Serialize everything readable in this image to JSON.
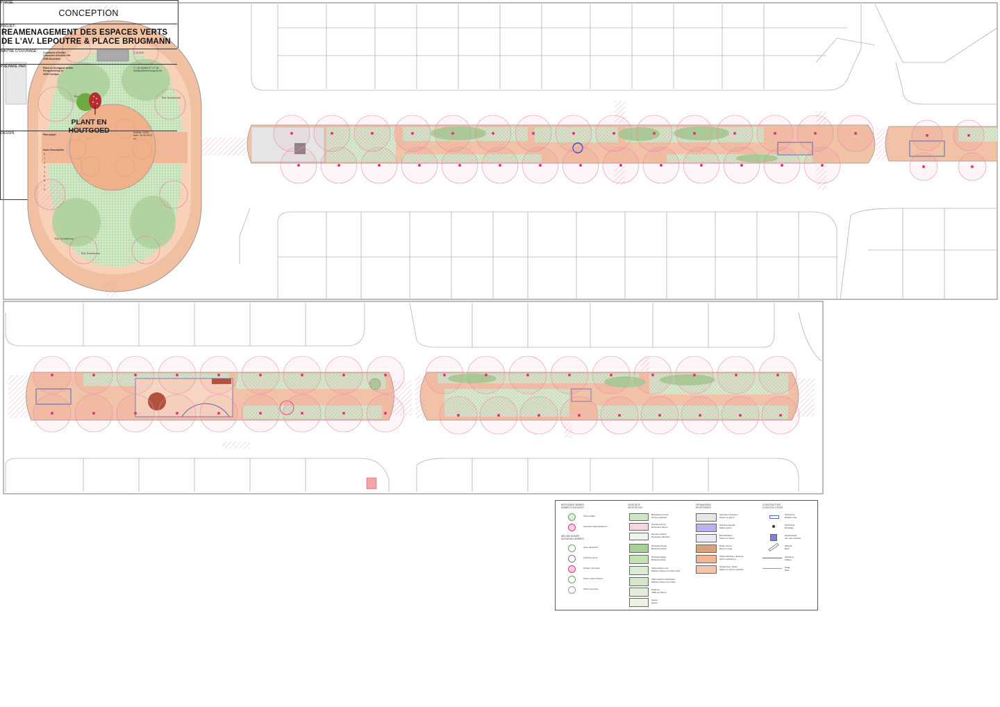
{
  "colors": {
    "paving": "#f3c0a1",
    "green_dark": "#a9cf98",
    "green_light": "#cfe6c2",
    "tree_red": "#e6337a",
    "outline": "#9a9a9a",
    "frame": "#555555",
    "logo_green": "#6cab42",
    "logo_red": "#b62d30"
  },
  "plan_labels": {
    "tilia_1": "Tilia\nTomentosa",
    "tilia_2": "Tilia\nTomentosa",
    "tilia_3": "Tilia\nTomentosa",
    "tilia_4": "Tilia\nTomentosa"
  },
  "legend": {
    "columns": [
      {
        "title": "BESTAANDE BOMEN\nARBRES EXISTANTS",
        "items": [
          "Tilia cordata",
          "Aesculus hippocastanum"
        ]
      },
      {
        "title": "NIEUWE BOMEN\nNOUVEAUX ARBRES",
        "items": [
          "Acer campestre",
          "Fraxinus ornus",
          "Prunus 'Umineko'",
          "Ulmus 'New Horizon'",
          "Tilia tomentosa"
        ]
      },
      {
        "title": "VEGETATIE\nVÉGÉTATION",
        "items": [
          "Bestaande bomen\nArbres existants",
          "Nieuwe bomen\nNouveaux arbres",
          "Nieuwe struiken\nNouveaux arbustes",
          "Struweel (hoog)\nBuissons (haut)",
          "Struweel (laag)\nBuissons (bas)",
          "Vaste planten-mix\nPlantes vivaces en plein soleil",
          "Vaste planten (schaduw)\nPlantes vivaces à l'ombre",
          "Hakhout\nTaillis de frênes",
          "Gazon\nGazon"
        ]
      },
      {
        "title": "VERHARDING\nREVÊTEMENT",
        "items": [
          "Granieten kasseien\nPavés en granit",
          "Grasbetontegels\nDalles gazon",
          "Betonklinkers\nPavés en béton",
          "Rode schors\nEcorce rouge",
          "Halfverharding / dolomiet\nSemi-revêtement",
          "Natuursteen platen\nDalles en pierre naturelle"
        ]
      },
      {
        "title": "CONSTRUCTIES\nCONSTRUCTIONS",
        "items": [
          "Fietsenrek\nRâtelier vélo",
          "Verlichting\nÉclairage",
          "Speeltoestel\nJeu pour enfants",
          "Zitbank\nBanc",
          "Afsluiting\nClôture",
          "Haag\nHaie"
        ]
      }
    ]
  },
  "title_block": {
    "phase_label": "PHASE:",
    "phase_value": "CONCEPTION",
    "project_label": "PROJET:",
    "project_title_line1": "REAMENAGEMENT DES ESPACES VERTS",
    "project_title_line2": "DE L'AV. LEPOUTRE & PLACE BRUGMANN",
    "client_label": "MAITRE D'OUVRAGE:",
    "client_lines": "Commune d'Ixelles\nChaussée d'Ixelles 168\n1050 Bruxelles",
    "client_contact": "T: 02.515",
    "prepared_label": "PREPARE PAR:",
    "prepared_lines": "Plant en houtgoed studio\nHengstenberg 51\n3090 Overijse",
    "prepared_contact": "T: +32 (0)484 87 17 18\ninfo@plantenhoutgoed.be",
    "company_name": "PLANT EN HOUTGOED",
    "drawing_label": "DESSIN:",
    "drawing_value": "Plan projet",
    "drawing_meta": "échelle: 1/250\ndate: 30.05.2019\nA1",
    "revision_label": "Index  Description",
    "revision_indices": [
      "0",
      "1",
      "2",
      "3",
      "4",
      "5",
      "6",
      "7",
      "8"
    ]
  }
}
